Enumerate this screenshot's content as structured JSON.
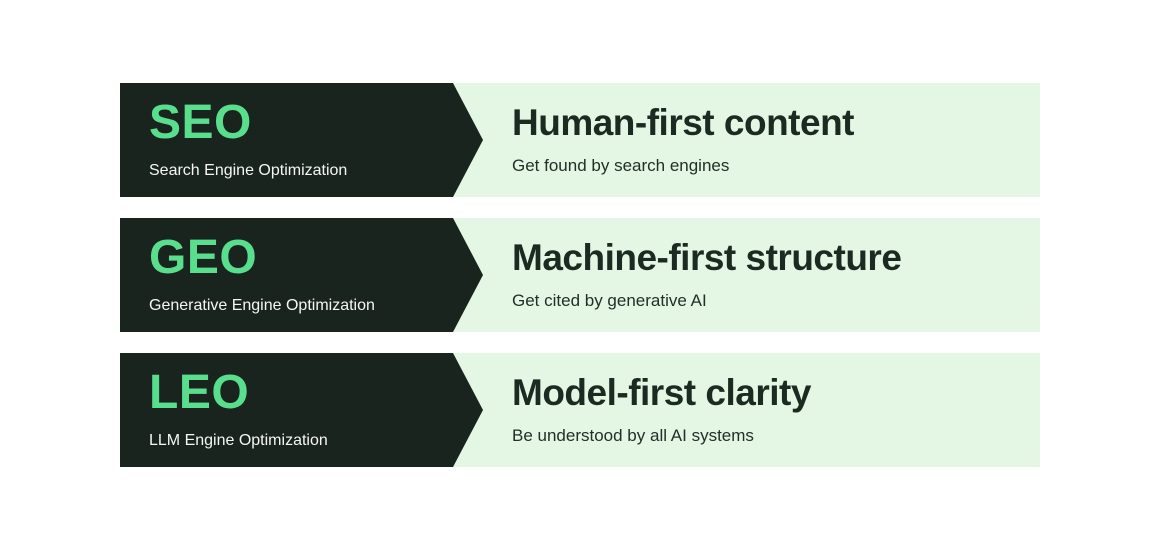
{
  "colors": {
    "page_bg": "#ffffff",
    "dark": "#1a241f",
    "mint": "#59de8d",
    "light_green": "#e3f7e4",
    "heading_text": "#1c2b22",
    "light_subtext": "#223028",
    "dark_subtext": "#f4f6f4"
  },
  "rows": [
    {
      "acronym": "SEO",
      "acronym_full": "Search Engine Optimization",
      "heading": "Human-first content",
      "subtext": "Get found by search engines"
    },
    {
      "acronym": "GEO",
      "acronym_full": "Generative Engine Optimization",
      "heading": "Machine-first structure",
      "subtext": "Get cited by generative AI"
    },
    {
      "acronym": "LEO",
      "acronym_full": "LLM Engine Optimization",
      "heading": "Model-first clarity",
      "subtext": "Be understood by all AI systems"
    }
  ]
}
